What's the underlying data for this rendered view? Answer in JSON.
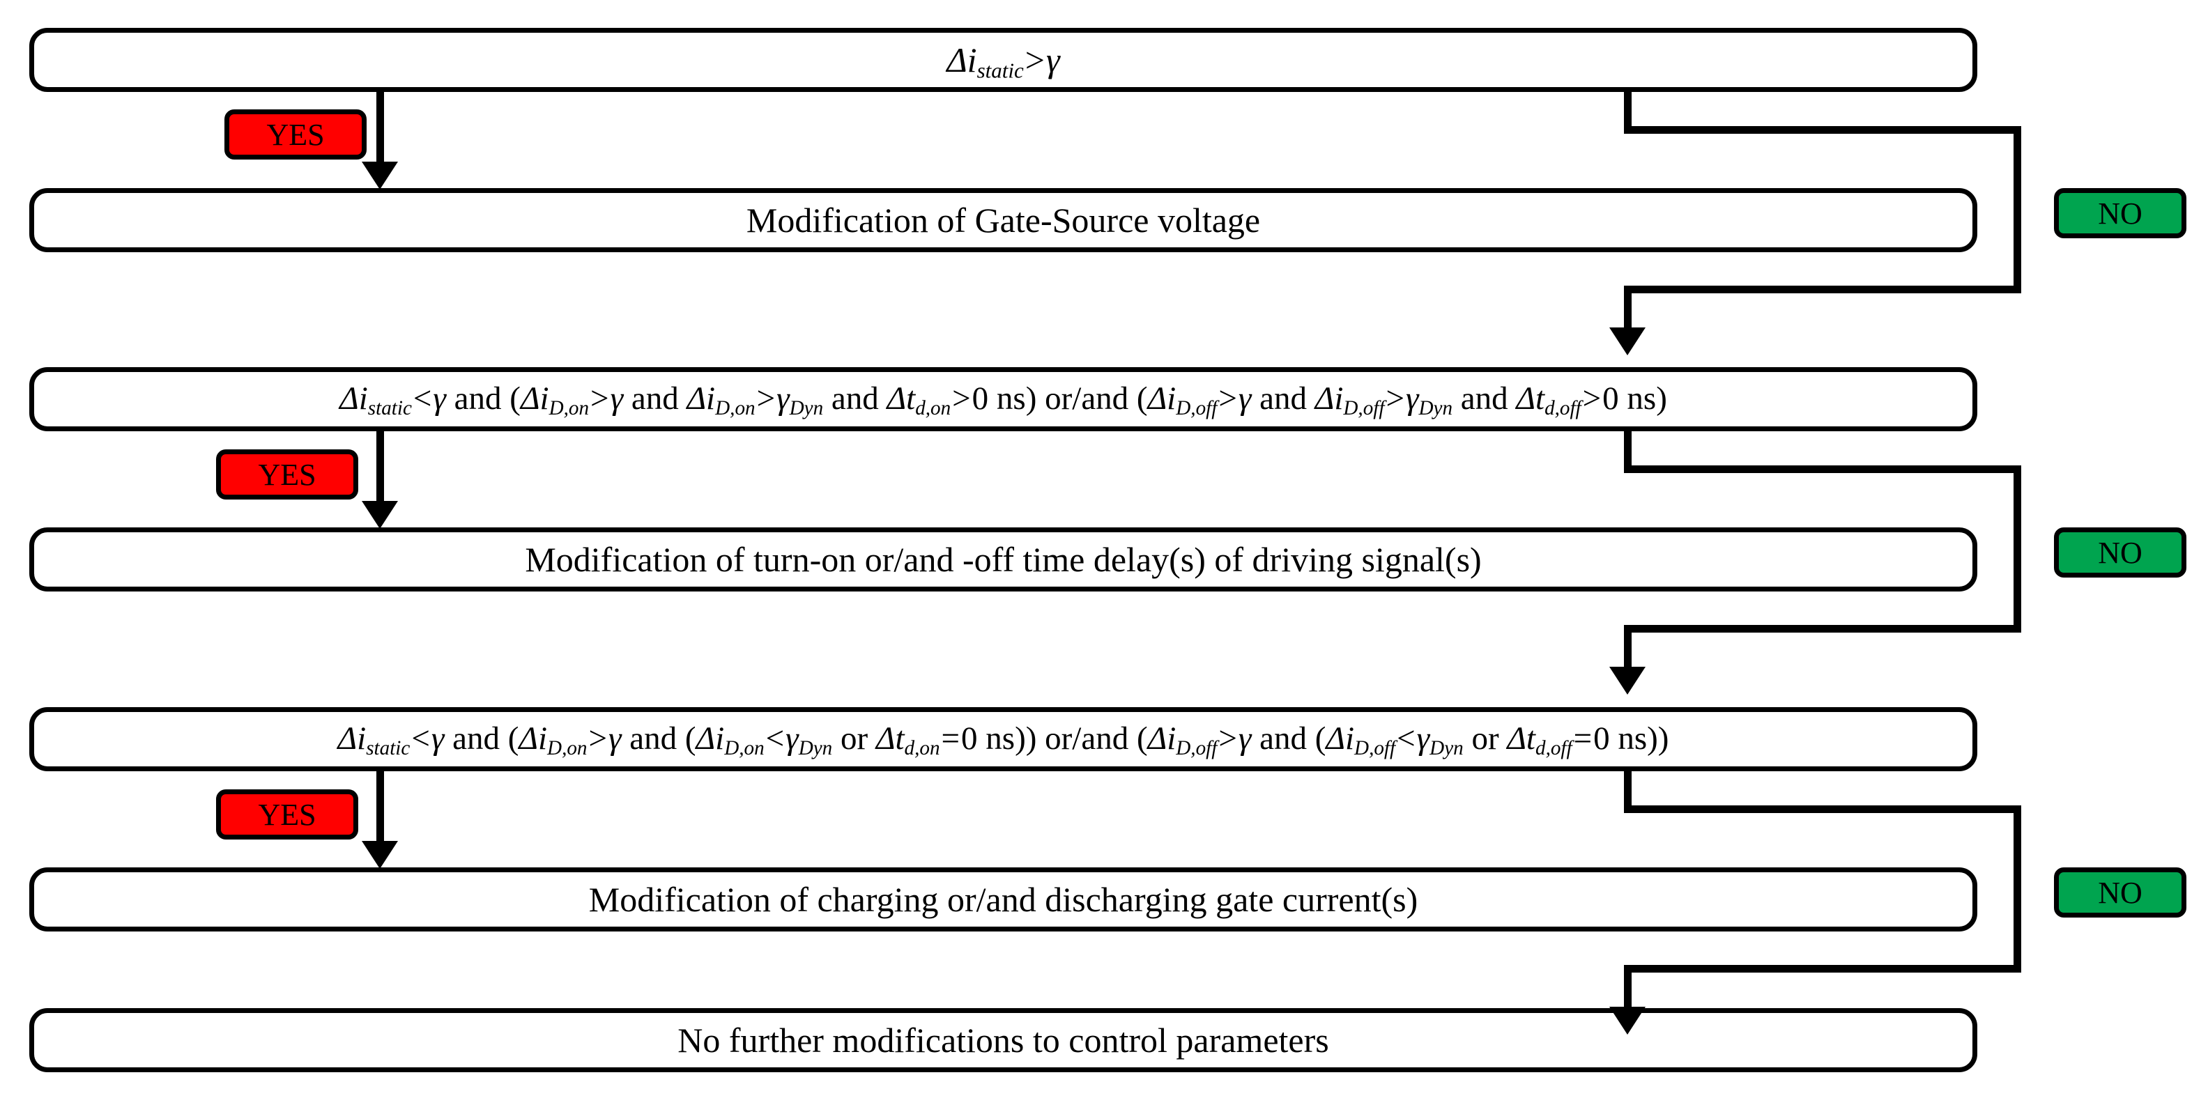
{
  "title": "Adaptive gate-driver control parameter modification flowchart",
  "colors": {
    "yes_badge": "#FF0000",
    "no_badge": "#00A44F",
    "line": "#000000",
    "node_fill": "#FFFFFF"
  },
  "labels": {
    "yes": "YES",
    "no": "NO"
  },
  "nodes": [
    {
      "id": "cond-1",
      "type": "decision",
      "text": "Δi_static > γ",
      "plain": "Δistatic > γ"
    },
    {
      "id": "action-1",
      "type": "action",
      "text": "Modification of Gate-Source voltage"
    },
    {
      "id": "cond-2",
      "type": "decision",
      "text": "Δi_static < γ and (Δi_D,on > γ and Δi_D,on > γ_Dyn and Δt_d,on > 0 ns) or/and (Δi_D,off > γ and Δi_D,off > γ_Dyn and Δt_d,off > 0 ns)"
    },
    {
      "id": "action-2",
      "type": "action",
      "text": "Modification of turn-on or/and -off time delay(s) of driving signal(s)"
    },
    {
      "id": "cond-3",
      "type": "decision",
      "text": "Δi_static < γ and (Δi_D,on > γ and (Δi_D,on < γ_Dyn or Δt_d,on = 0 ns)) or/and (Δi_D,off > γ and (Δi_D,off < γ_Dyn or Δt_d,off = 0 ns))"
    },
    {
      "id": "action-3",
      "type": "action",
      "text": "Modification of charging or/and discharging gate current(s)"
    },
    {
      "id": "terminal",
      "type": "action",
      "text": "No further modifications to control parameters"
    }
  ],
  "branches": [
    {
      "from": "cond-1",
      "label": "YES",
      "to": "action-1"
    },
    {
      "from": "cond-1",
      "label": "NO",
      "to": "cond-2"
    },
    {
      "from": "cond-2",
      "label": "YES",
      "to": "action-2"
    },
    {
      "from": "cond-2",
      "label": "NO",
      "to": "cond-3"
    },
    {
      "from": "cond-3",
      "label": "YES",
      "to": "action-3"
    },
    {
      "from": "cond-3",
      "label": "NO",
      "to": "terminal"
    }
  ],
  "symbols": {
    "delta": "Δ",
    "gamma": "γ",
    "unit_ns": "ns",
    "threshold_static": "γ",
    "threshold_dynamic": "γ_Dyn",
    "zero_ns": "0 ns"
  }
}
